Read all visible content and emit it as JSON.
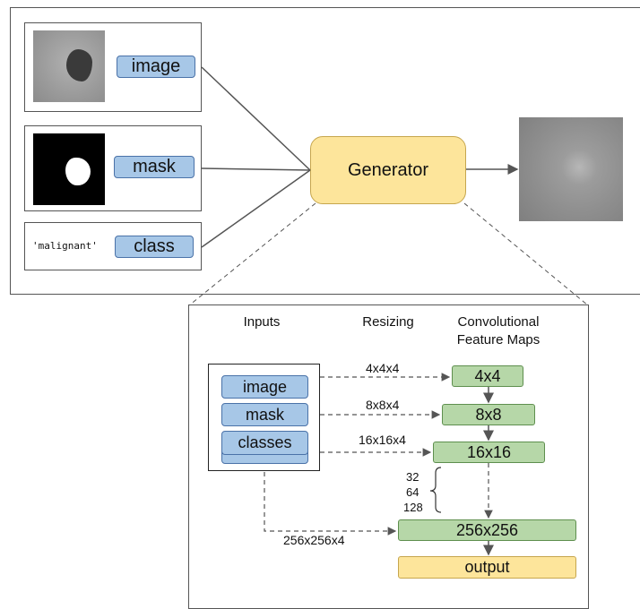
{
  "top": {
    "inputs": [
      {
        "label": "image"
      },
      {
        "label": "mask"
      },
      {
        "label": "class",
        "caption": "'malignant'"
      }
    ],
    "generator_label": "Generator"
  },
  "detail": {
    "headers": {
      "inputs": "Inputs",
      "resizing": "Resizing",
      "feature_maps_line1": "Convolutional",
      "feature_maps_line2": "Feature Maps"
    },
    "input_chips": [
      "image",
      "mask",
      "classes"
    ],
    "resize_labels": [
      "4x4x4",
      "8x8x4",
      "16x16x4",
      "256x256x4"
    ],
    "feature_maps": [
      "4x4",
      "8x8",
      "16x16",
      "256x256"
    ],
    "channel_labels": [
      "32",
      "64",
      "128"
    ],
    "output_label": "output"
  },
  "colors": {
    "input_chip": "#a7c7e7",
    "generator": "#fde59b",
    "feature_map": "#b6d7a8",
    "output": "#fde59b"
  }
}
